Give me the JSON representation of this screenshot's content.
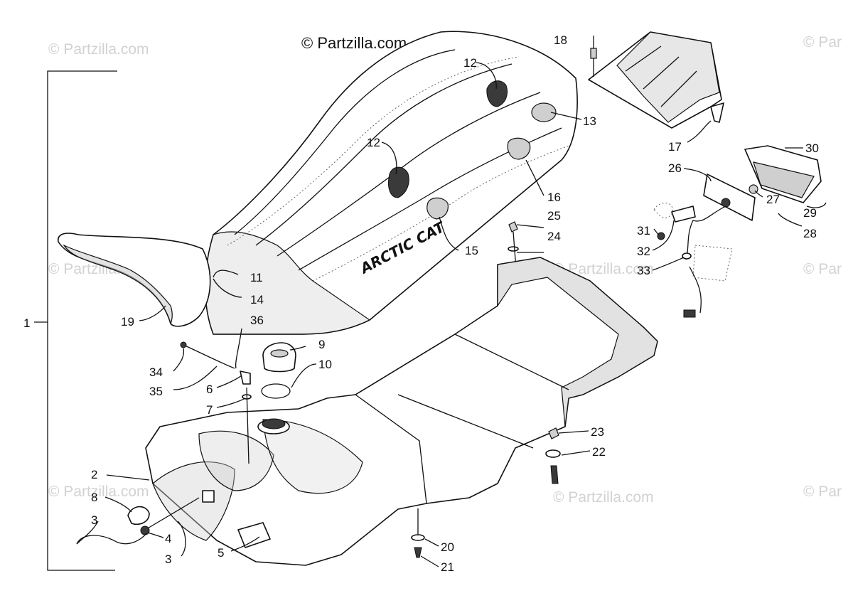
{
  "copyright": "© Partzilla.com",
  "watermark": "© Partzilla.com",
  "watermark_partial": "© Par",
  "seat_brand": "ARCTIC CAT",
  "callouts": [
    {
      "id": "1",
      "label": "1"
    },
    {
      "id": "2",
      "label": "2"
    },
    {
      "id": "3a",
      "label": "3"
    },
    {
      "id": "3b",
      "label": "3"
    },
    {
      "id": "4",
      "label": "4"
    },
    {
      "id": "5",
      "label": "5"
    },
    {
      "id": "6",
      "label": "6"
    },
    {
      "id": "7",
      "label": "7"
    },
    {
      "id": "8",
      "label": "8"
    },
    {
      "id": "9",
      "label": "9"
    },
    {
      "id": "10",
      "label": "10"
    },
    {
      "id": "11",
      "label": "11"
    },
    {
      "id": "12a",
      "label": "12"
    },
    {
      "id": "12b",
      "label": "12"
    },
    {
      "id": "13",
      "label": "13"
    },
    {
      "id": "14",
      "label": "14"
    },
    {
      "id": "15",
      "label": "15"
    },
    {
      "id": "16",
      "label": "16"
    },
    {
      "id": "17",
      "label": "17"
    },
    {
      "id": "18",
      "label": "18"
    },
    {
      "id": "19",
      "label": "19"
    },
    {
      "id": "20",
      "label": "20"
    },
    {
      "id": "21",
      "label": "21"
    },
    {
      "id": "22",
      "label": "22"
    },
    {
      "id": "23",
      "label": "23"
    },
    {
      "id": "24",
      "label": "24"
    },
    {
      "id": "25",
      "label": "25"
    },
    {
      "id": "26",
      "label": "26"
    },
    {
      "id": "27",
      "label": "27"
    },
    {
      "id": "28",
      "label": "28"
    },
    {
      "id": "29",
      "label": "29"
    },
    {
      "id": "30",
      "label": "30"
    },
    {
      "id": "31",
      "label": "31"
    },
    {
      "id": "32",
      "label": "32"
    },
    {
      "id": "33",
      "label": "33"
    },
    {
      "id": "34",
      "label": "34"
    },
    {
      "id": "35",
      "label": "35"
    },
    {
      "id": "36",
      "label": "36"
    }
  ]
}
